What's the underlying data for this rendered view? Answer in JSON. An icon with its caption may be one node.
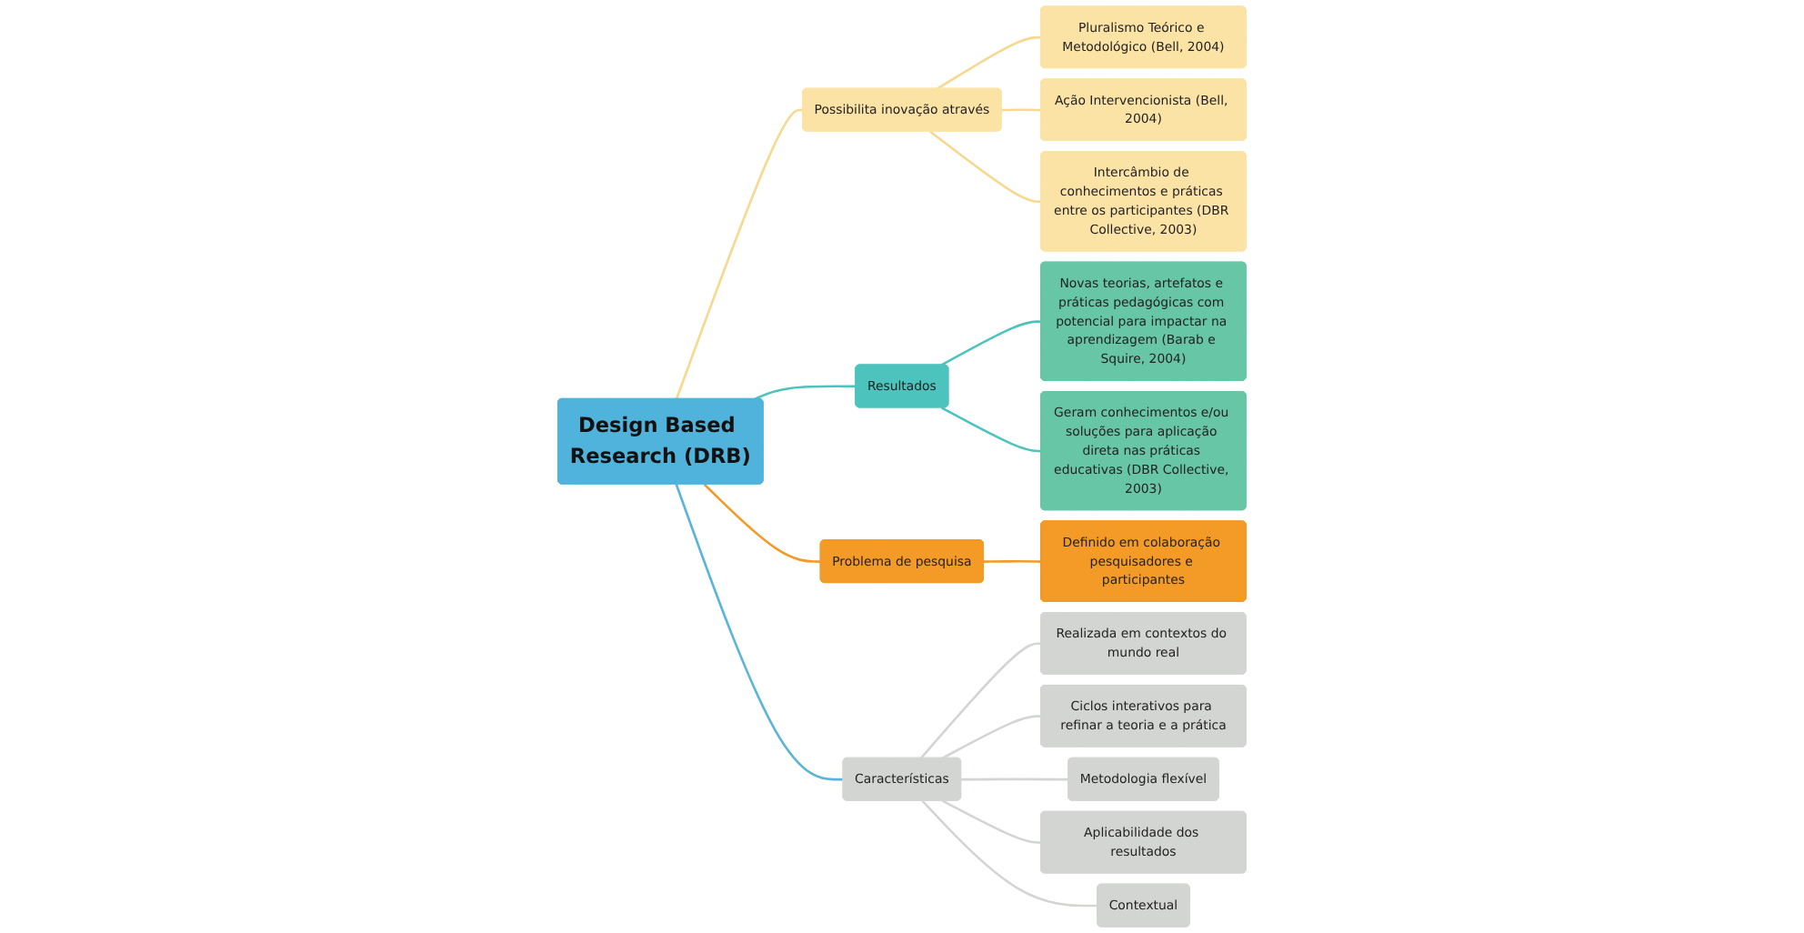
{
  "diagram": {
    "nodes": [
      {
        "text": [
          "Pluralismo Teórico e Metodológico (Bell, 2004)"
        ]
      },
      {
        "text": [
          "Ação Intervencionista (Bell, 2004)"
        ]
      },
      {
        "text": [
          "Intercâmbio de conhecimentos e práticas entre os participantes (DBR Collective, 2003)"
        ]
      },
      {
        "text": [
          "Possibilita inovação através"
        ]
      },
      {
        "text": [
          "Novas teorias, artefatos e práticas pedagógicas com potencial para impactar na aprendizagem (Barab e Squire, 2004)"
        ]
      },
      {
        "text": [
          "Design Based Research (DRB)"
        ]
      },
      {
        "text": [
          "Resultados"
        ]
      },
      {
        "text": [
          "Realizada em contextos do mundo real"
        ]
      },
      {
        "text": [
          "Geram conhecimentos e/ou soluções para aplicação direta nas práticas educativas (DBR Collective, 2003)"
        ]
      },
      {
        "text": [
          "Ciclos interativos para refinar a teoria e a prática"
        ]
      },
      {
        "text": [
          "Características"
        ]
      },
      {
        "text": [
          "Definido em colaboração pesquisadores e participantes"
        ]
      },
      {
        "text": [
          "Metodologia flexível"
        ]
      },
      {
        "text": [
          "Problema de pesquisa"
        ]
      },
      {
        "text": [
          "Aplicabilidade dos resultados"
        ]
      },
      {
        "text": [
          "Contextual"
        ]
      }
    ],
    "edges": [
      {
        "from": 5,
        "to": 3,
        "arrow": "none",
        "color": "#f6d88e"
      },
      {
        "from": 3,
        "to": 0,
        "arrow": "none",
        "color": "#f6d88e"
      },
      {
        "from": 3,
        "to": 1,
        "arrow": "none",
        "color": "#f6d88e"
      },
      {
        "from": 3,
        "to": 2,
        "arrow": "none",
        "color": "#f6d88e"
      },
      {
        "from": 5,
        "to": 6,
        "arrow": "none",
        "color": "#4cc3bd"
      },
      {
        "from": 6,
        "to": 4,
        "arrow": "none",
        "color": "#4cc3bd"
      },
      {
        "from": 6,
        "to": 8,
        "arrow": "none",
        "color": "#4cc3bd"
      },
      {
        "from": 5,
        "to": 13,
        "arrow": "none",
        "color": "#f39a27"
      },
      {
        "from": 13,
        "to": 11,
        "arrow": "none",
        "color": "#f39a27"
      },
      {
        "from": 5,
        "to": 10,
        "arrow": "none",
        "color": "#5ab4d9"
      },
      {
        "from": 10,
        "to": 7,
        "arrow": "none",
        "color": "#d3d5d2"
      },
      {
        "from": 10,
        "to": 9,
        "arrow": "none",
        "color": "#d3d5d2"
      },
      {
        "from": 10,
        "to": 12,
        "arrow": "none",
        "color": "#d3d5d2"
      },
      {
        "from": 10,
        "to": 14,
        "arrow": "none",
        "color": "#d3d5d2"
      },
      {
        "from": 10,
        "to": 15,
        "arrow": "none",
        "color": "#d3d5d2"
      }
    ]
  }
}
